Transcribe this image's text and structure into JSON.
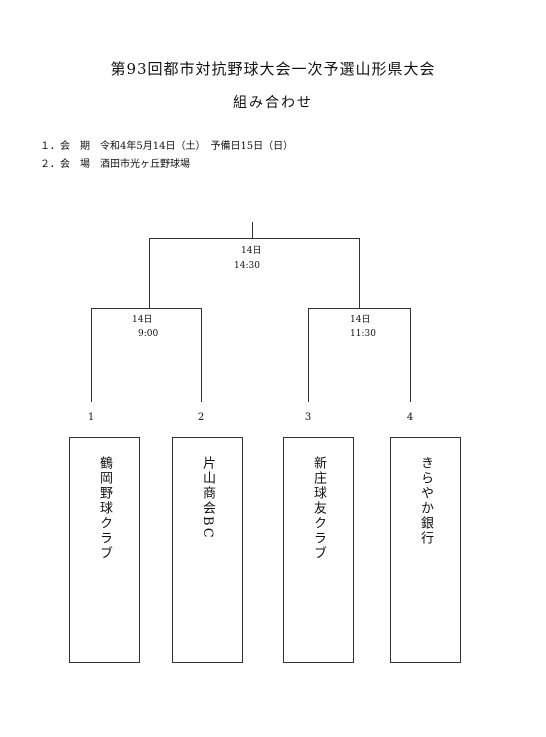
{
  "document": {
    "title": "第93回都市対抗野球大会一次予選山形県大会",
    "subtitle": "組み合わせ",
    "info": [
      {
        "number": "１．",
        "label": "会　期",
        "value": "令和4年5月14日（土）　予備日15日（日）"
      },
      {
        "number": "２．",
        "label": "会　場",
        "value": "酒田市光ヶ丘野球場"
      }
    ]
  },
  "bracket": {
    "final": {
      "date": "14日",
      "time": "14:30"
    },
    "semifinals": [
      {
        "date": "14日",
        "time": "9:00"
      },
      {
        "date": "14日",
        "time": "11:30"
      }
    ],
    "teams": [
      {
        "seed": "1",
        "name": "鶴岡野球クラブ"
      },
      {
        "seed": "2",
        "name": "片山商会BC"
      },
      {
        "seed": "3",
        "name": "新庄球友クラブ"
      },
      {
        "seed": "4",
        "name": "きらやか銀行"
      }
    ]
  }
}
